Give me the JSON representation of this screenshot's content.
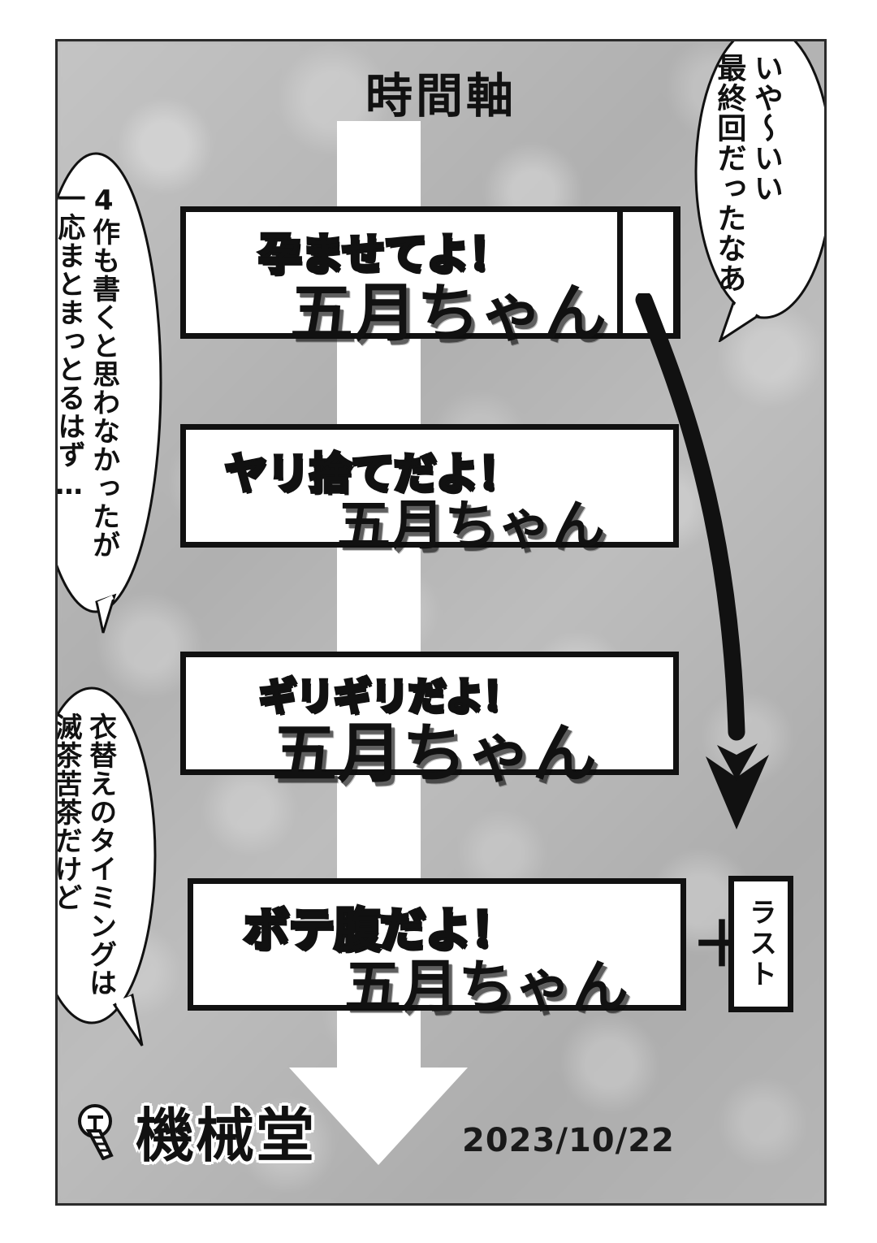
{
  "page": {
    "title": "時間軸",
    "date": "2023/10/22",
    "logo_text": "機械堂",
    "logo_icon": "bolt-screw-icon",
    "frame_color": "#2b2b2b",
    "background_color": "#b3b3b3",
    "ink_color": "#111111"
  },
  "flow": {
    "band_label": "timeline-flow-band",
    "arrow_direction": "down"
  },
  "banners": [
    {
      "id": "banner-1",
      "line1": "孕ませてよ！",
      "line2": "五月ちゃん",
      "has_extra_panel": true
    },
    {
      "id": "banner-2",
      "line1": "ヤリ捨てだよ！",
      "line2": "五月ちゃん",
      "has_extra_panel": false
    },
    {
      "id": "banner-3",
      "line1": "ギリギリだよ！",
      "line2": "五月ちゃん",
      "has_extra_panel": false
    },
    {
      "id": "banner-4",
      "line1": "ボテ腹だよ！",
      "line2": "五月ちゃん",
      "has_extra_panel": false
    }
  ],
  "last_marker": {
    "plus": "＋",
    "label": "ラスト"
  },
  "bubbles": {
    "top_right": "いや〜いい\n最終回だったなあ",
    "left_top": "4作も書くと思わなかったが\n一応まとまっとるはず…",
    "left_bottom": "衣替えのタイミングは\n滅茶苦茶だけど"
  }
}
